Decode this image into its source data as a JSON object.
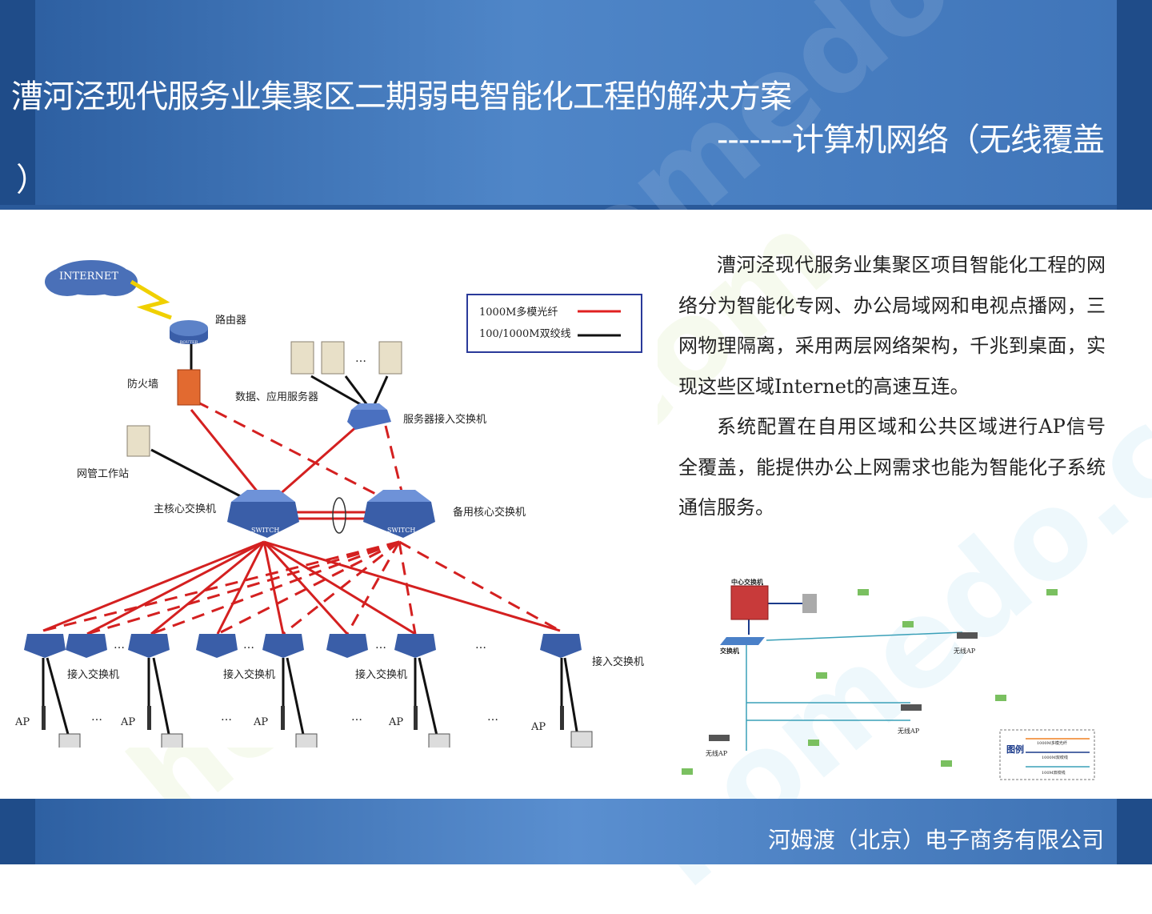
{
  "header": {
    "title": "漕河泾现代服务业集聚区二期弱电智能化工程的解决方案",
    "subtitle": "-------计算机网络（无线覆盖",
    "subtitle_tail": "）"
  },
  "watermark": "homedo.com",
  "diagram_left": {
    "internet": "INTERNET",
    "router": "路由器",
    "router_icon_text": "ROUTER",
    "firewall": "防火墙",
    "servers": "数据、应用服务器",
    "server_switch": "服务器接入交换机",
    "nms": "网管工作站",
    "core_main": "主核心交换机",
    "core_backup": "备用核心交换机",
    "switch_icon_text": "SWITCH",
    "access_switch": "接入交换机",
    "ap": "AP",
    "ellipsis": "…",
    "legend": [
      {
        "label": "1000M多模光纤",
        "color": "#e02020"
      },
      {
        "label": "100/1000M双绞线",
        "color": "#111111"
      }
    ]
  },
  "body": {
    "paragraph1": "漕河泾现代服务业集聚区项目智能化工程的网络分为智能化专网、办公局域网和电视点播网，三网物理隔离，采用两层网络架构，千兆到桌面，实现这些区域Internet的高速互连。",
    "paragraph2": "系统配置在自用区域和公共区域进行AP信号全覆盖，能提供办公上网需求也能为智能化子系统通信服务。"
  },
  "diagram_right": {
    "center_switch": "中心交换机",
    "switch": "交换机",
    "wireless_ap": "无线AP",
    "legend_title": "图例",
    "legend": [
      {
        "label": "1000M多模光纤",
        "color": "#f08020"
      },
      {
        "label": "1000M双绞线",
        "color": "#1a3a8a"
      },
      {
        "label": "100M双绞线",
        "color": "#3aa0b8"
      }
    ]
  },
  "footer": {
    "company": "河姆渡（北京）电子商务有限公司"
  }
}
